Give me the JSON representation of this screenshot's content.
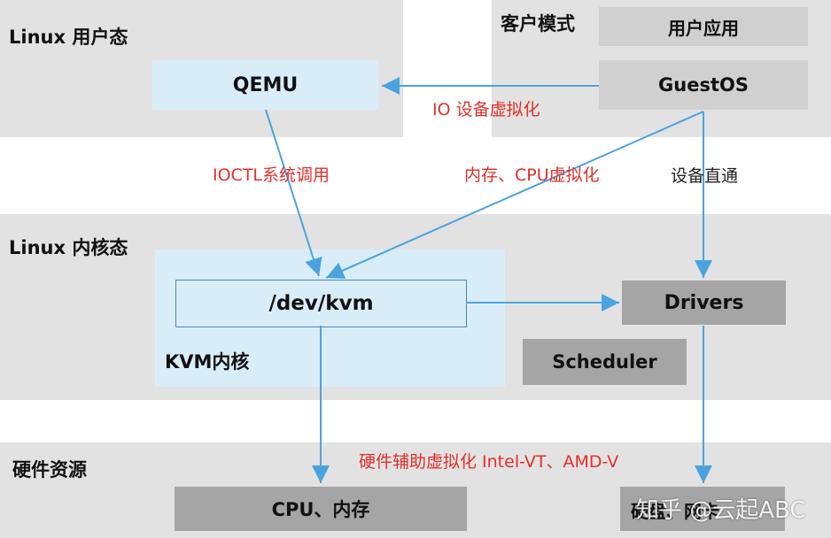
{
  "layers": {
    "linux_user": "Linux 用户态",
    "guest_mode": "客户模式",
    "linux_kernel": "Linux 内核态",
    "hardware": "硬件资源"
  },
  "boxes": {
    "qemu": "QEMU",
    "user_app": "用户应用",
    "guest_os": "GuestOS",
    "dev_kvm": "/dev/kvm",
    "kvm_kernel": "KVM内核",
    "drivers": "Drivers",
    "scheduler": "Scheduler",
    "cpu_memory": "CPU、内存",
    "disk_partial": "硬盘、网卡"
  },
  "annotations": {
    "io_virtualization": "IO 设备虚拟化",
    "ioctl": "IOCTL系统调用",
    "mem_cpu_virtualization": "内存、CPU虚拟化",
    "passthrough": "设备直通",
    "hw_assist": "硬件辅助虚拟化 Intel-VT、AMD-V"
  },
  "watermark": "知乎 @云起ABC",
  "colors": {
    "layer_bg": "#e2e2e2",
    "blue_box": "#d9edf8",
    "gray_box": "#a5a5a5",
    "arrow": "#4aa3df",
    "annotation_red": "#e0302a"
  }
}
